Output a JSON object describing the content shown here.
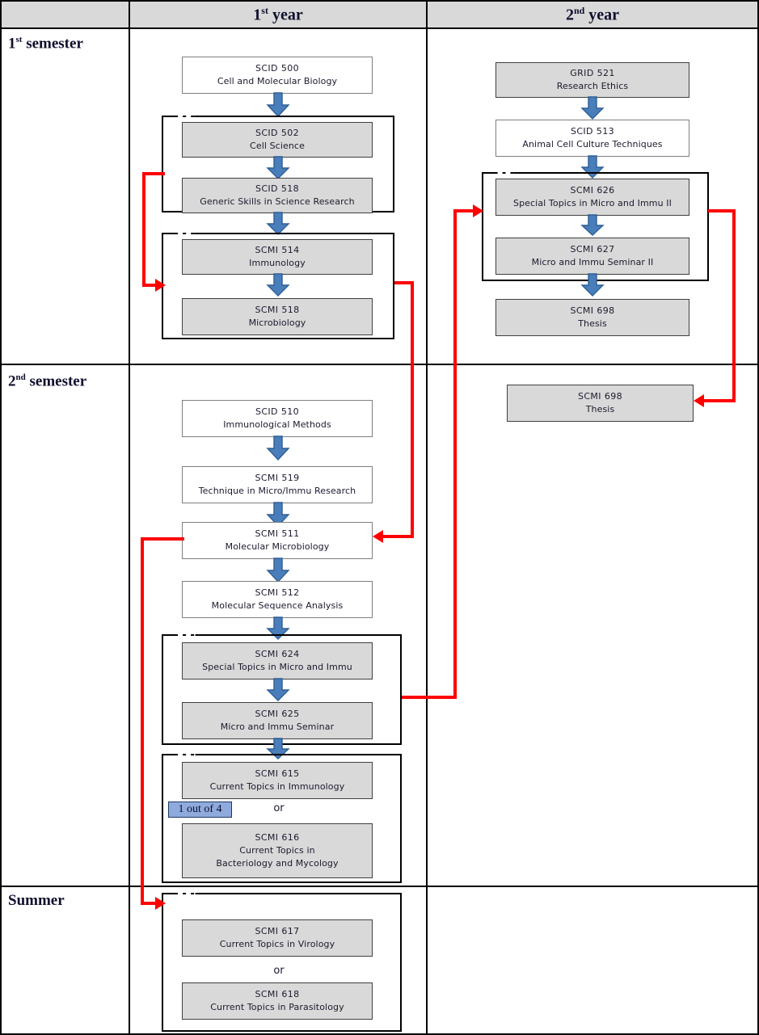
{
  "table": {
    "column_headers": [
      "",
      "1st year",
      "2nd year"
    ],
    "row_labels": [
      "1st semester",
      "2nd semester",
      "Summer"
    ]
  },
  "legend": {
    "choice_badge": "1 out of 4",
    "or_label": "or"
  },
  "colors": {
    "box_gray_fill": "#d9d9d9",
    "box_white_fill": "#ffffff",
    "box_border": "#3f3f3f",
    "arrow_blue": "#4a7ebb",
    "arrow_blue_dark": "#2e5f96",
    "connector_red": "#ff0000",
    "header_fill": "#d9d9d9",
    "badge_fill": "#8faadc",
    "badge_border": "#1f3864",
    "text": "#1a1a2e"
  },
  "courses": {
    "scid500": {
      "code": "SCID 500",
      "name": "Cell and Molecular Biology"
    },
    "scid502": {
      "code": "SCID 502",
      "name": "Cell Science"
    },
    "scid518": {
      "code": "SCID 518",
      "name": "Generic Skills in Science Research"
    },
    "scmi514": {
      "code": "SCMI 514",
      "name": "Immunology"
    },
    "scmi518": {
      "code": "SCMI 518",
      "name": "Microbiology"
    },
    "grid521": {
      "code": "GRID 521",
      "name": "Research Ethics"
    },
    "scid513": {
      "code": "SCID 513",
      "name": "Animal Cell Culture Techniques"
    },
    "scmi626": {
      "code": "SCMI 626",
      "name": "Special Topics in Micro and Immu II"
    },
    "scmi627": {
      "code": "SCMI 627",
      "name": "Micro and Immu Seminar II"
    },
    "scmi698a": {
      "code": "SCMI 698",
      "name": "Thesis"
    },
    "scid510": {
      "code": "SCID 510",
      "name": "Immunological Methods"
    },
    "scmi519": {
      "code": "SCMI 519",
      "name": "Technique in Micro/Immu Research"
    },
    "scmi511": {
      "code": "SCMI 511",
      "name": "Molecular Microbiology"
    },
    "scmi512": {
      "code": "SCMI 512",
      "name": "Molecular Sequence Analysis"
    },
    "scmi624": {
      "code": "SCMI 624",
      "name": "Special Topics in Micro and Immu"
    },
    "scmi625": {
      "code": "SCMI 625",
      "name": "Micro and Immu Seminar"
    },
    "scmi615": {
      "code": "SCMI 615",
      "name": "Current Topics in Immunology"
    },
    "scmi616": {
      "code": "SCMI 616",
      "name": "Current Topics in",
      "name2": "Bacteriology and Mycology"
    },
    "scmi698b": {
      "code": "SCMI 698",
      "name": "Thesis"
    },
    "scmi617": {
      "code": "SCMI 617",
      "name": "Current Topics in Virology"
    },
    "scmi618": {
      "code": "SCMI 618",
      "name": "Current Topics in Parasitology"
    }
  },
  "chart_data": {
    "type": "diagram",
    "title": "Graduate curriculum flow chart (Microbiology and Immunology)",
    "cells": [
      {
        "row": "1st semester",
        "column": "1st year",
        "sequence": [
          "SCID 500",
          "SCID 502",
          "SCID 518",
          "SCMI 514",
          "SCMI 518"
        ],
        "groups": [
          [
            "SCID 502",
            "SCID 518"
          ],
          [
            "SCMI 514",
            "SCMI 518"
          ]
        ]
      },
      {
        "row": "1st semester",
        "column": "2nd year",
        "sequence": [
          "GRID 521",
          "SCID 513",
          "SCMI 626",
          "SCMI 627",
          "SCMI 698"
        ],
        "groups": [
          [
            "SCMI 626",
            "SCMI 627"
          ]
        ]
      },
      {
        "row": "2nd semester",
        "column": "1st year",
        "sequence": [
          "SCID 510",
          "SCMI 519",
          "SCMI 511",
          "SCMI 512",
          "SCMI 624",
          "SCMI 625",
          "SCMI 615",
          "SCMI 616"
        ],
        "groups": [
          [
            "SCMI 624",
            "SCMI 625"
          ],
          [
            "SCMI 615",
            "SCMI 616"
          ]
        ],
        "choice": "1 out of 4"
      },
      {
        "row": "2nd semester",
        "column": "2nd year",
        "sequence": [
          "SCMI 698"
        ]
      },
      {
        "row": "Summer",
        "column": "1st year",
        "sequence": [
          "SCMI 617",
          "SCMI 618"
        ],
        "choice": "1 out of 4"
      }
    ],
    "red_connectors": [
      {
        "from": "SCID 502 / SCID 518 group",
        "to": "SCMI 514 / SCMI 518 group"
      },
      {
        "from": "SCMI 514 / SCMI 518 group",
        "to": "SCMI 511"
      },
      {
        "from": "SCMI 511",
        "to": "Summer (SCMI 617 / SCMI 618)"
      },
      {
        "from": "SCMI 624 / SCMI 625 group",
        "to": "SCMI 626"
      },
      {
        "from": "SCMI 626 / SCMI 627 group",
        "to": "SCMI 698 (2nd semester, 2nd year)"
      }
    ]
  }
}
